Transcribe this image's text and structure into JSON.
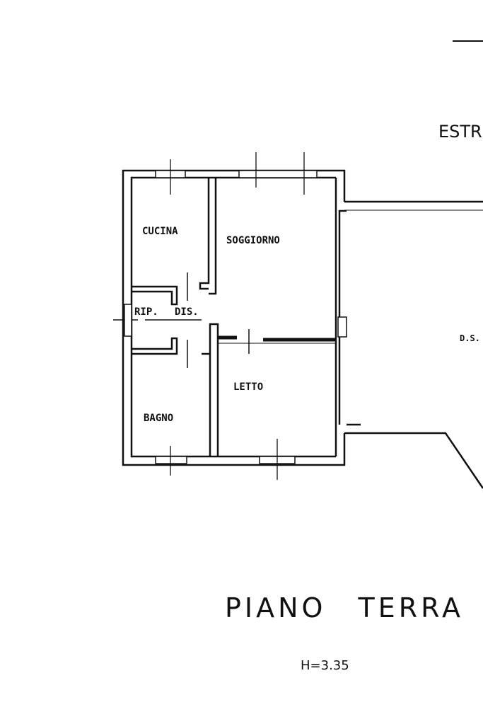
{
  "plan": {
    "title": "PIANO TERRA",
    "height_note": "H=3.35",
    "exterior_label": "ESTR",
    "side_label": "D.S.",
    "rooms": {
      "kitchen": "CUCINA",
      "living": "SOGGIORNO",
      "storage": "RIP.",
      "hall": "DIS.",
      "bedroom": "LETTO",
      "bathroom": "BAGNO"
    }
  }
}
